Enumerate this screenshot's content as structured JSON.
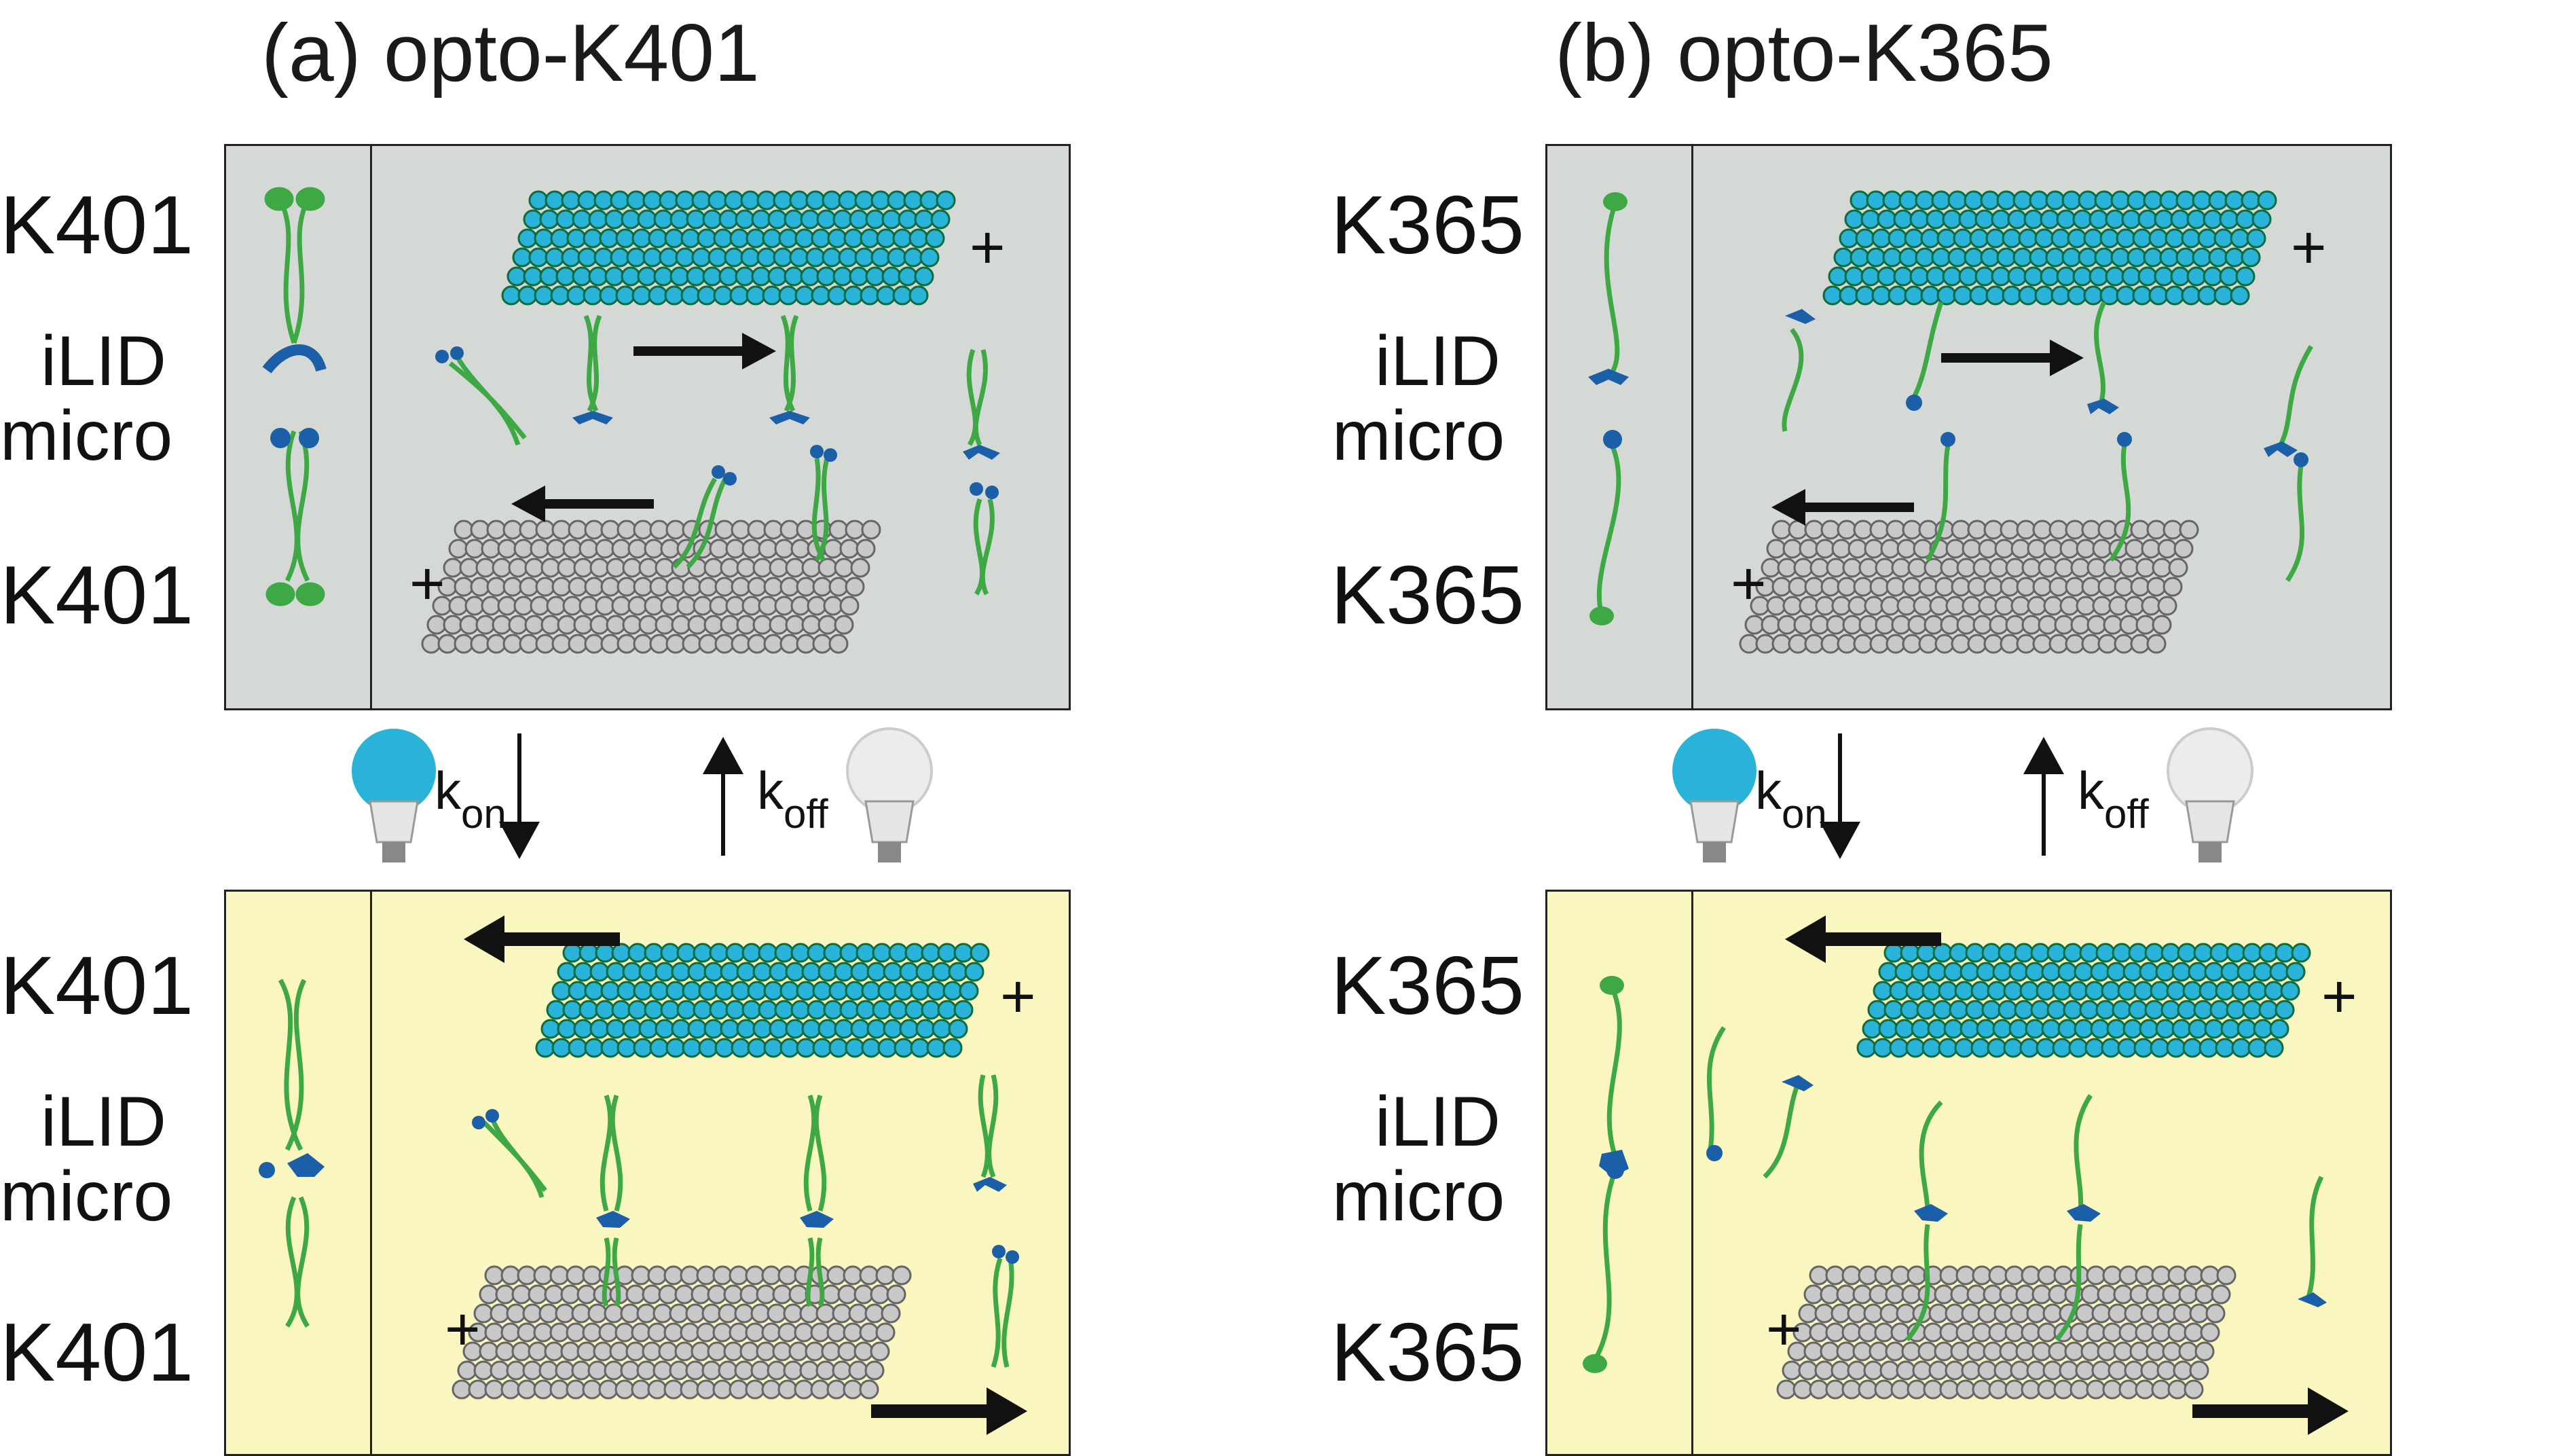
{
  "panel_a": {
    "title": "(a) opto-K401",
    "top_labels": {
      "motor_top": "K401",
      "ilid": "iLID",
      "micro": "micro",
      "motor_bottom": "K401"
    },
    "bottom_labels": {
      "motor_top": "K401",
      "ilid": "iLID",
      "micro": "micro",
      "motor_bottom": "K401"
    },
    "k_on": {
      "k": "k",
      "sub": "on"
    },
    "k_off": {
      "k": "k",
      "sub": "off"
    },
    "plus_top_right": "+",
    "plus_bottom_left": "+",
    "plus_lower_right": "+",
    "plus_lower_left": "+"
  },
  "panel_b": {
    "title": "(b) opto-K365",
    "top_labels": {
      "motor_top": "K365",
      "ilid": "iLID",
      "micro": "micro",
      "motor_bottom": "K365"
    },
    "bottom_labels": {
      "motor_top": "K365",
      "ilid": "iLID",
      "micro": "micro",
      "motor_bottom": "K365"
    },
    "k_on": {
      "k": "k",
      "sub": "on"
    },
    "k_off": {
      "k": "k",
      "sub": "off"
    },
    "plus_top_right": "+",
    "plus_bottom_left": "+",
    "plus_lower_right": "+",
    "plus_lower_left": "+"
  },
  "colors": {
    "dark_state_bg": "#d5d9d6",
    "light_state_bg": "#faf6bf",
    "motor_green": "#3ea845",
    "ilid_blue": "#1a5fa8",
    "cyan_microtubule": "#2ab3d8",
    "grey_microtubule": "#c8c8c8"
  },
  "icons": [
    "blue-light-bulb-icon",
    "white-light-bulb-icon",
    "arrow-down-icon",
    "arrow-up-icon",
    "left-arrow-icon",
    "right-arrow-icon"
  ]
}
